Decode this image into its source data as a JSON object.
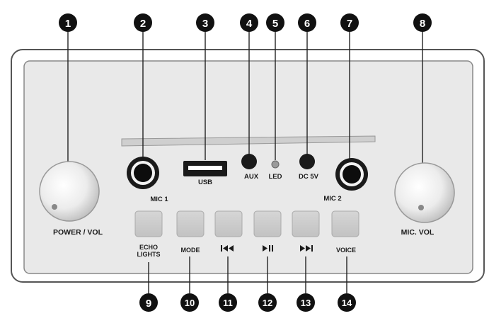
{
  "callout_numbers": [
    "1",
    "2",
    "3",
    "4",
    "5",
    "6",
    "7",
    "8",
    "9",
    "10",
    "11",
    "12",
    "13",
    "14"
  ],
  "labels": {
    "power_vol": "POWER / VOL",
    "mic1": "MIC 1",
    "usb": "USB",
    "aux": "AUX",
    "led": "LED",
    "dc5v": "DC 5V",
    "mic2": "MIC 2",
    "mic_vol": "MIC. VOL",
    "echo_lights_line1": "ECHO",
    "echo_lights_line2": "LIGHTS",
    "mode": "MODE",
    "prev_symbol": "⏮",
    "play_pause_symbol": "▶II",
    "next_symbol": "▶▶I",
    "voice": "VOICE"
  }
}
